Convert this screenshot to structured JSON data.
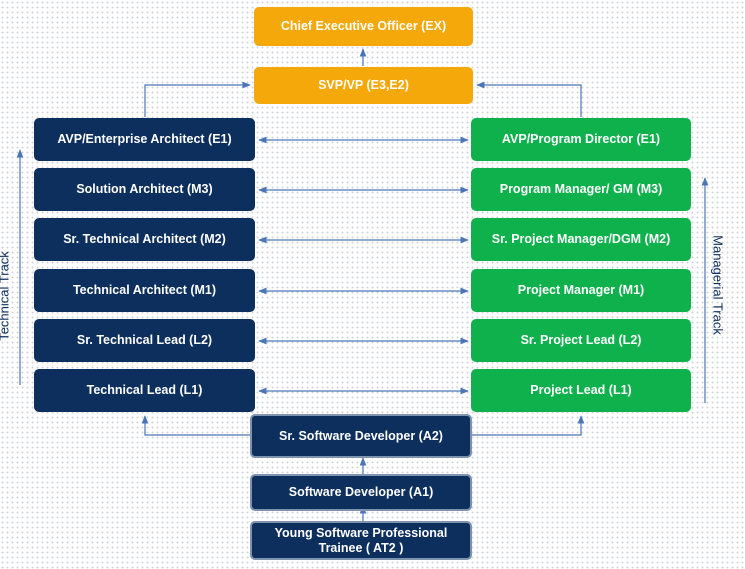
{
  "executive": {
    "ceo": "Chief Executive Officer (EX)",
    "svp": "SVP/VP (E3,E2)"
  },
  "technical_track": {
    "label": "Technical Track",
    "levels": [
      "AVP/Enterprise Architect (E1)",
      "Solution Architect (M3)",
      "Sr. Technical Architect (M2)",
      "Technical Architect (M1)",
      "Sr. Technical Lead (L2)",
      "Technical Lead (L1)"
    ]
  },
  "managerial_track": {
    "label": "Managerial Track",
    "levels": [
      "AVP/Program Director (E1)",
      "Program Manager/ GM (M3)",
      "Sr. Project Manager/DGM (M2)",
      "Project Manager (M1)",
      "Sr. Project Lead (L2)",
      "Project Lead (L1)"
    ]
  },
  "entry_levels": {
    "sr_developer": "Sr. Software Developer (A2)",
    "developer": "Software Developer (A1)",
    "trainee": "Young Software Professional Trainee ( AT2 )"
  },
  "colors": {
    "technical": "#0d2f5e",
    "managerial": "#0fb14c",
    "executive": "#f5a809",
    "connector": "#4a76b8"
  }
}
